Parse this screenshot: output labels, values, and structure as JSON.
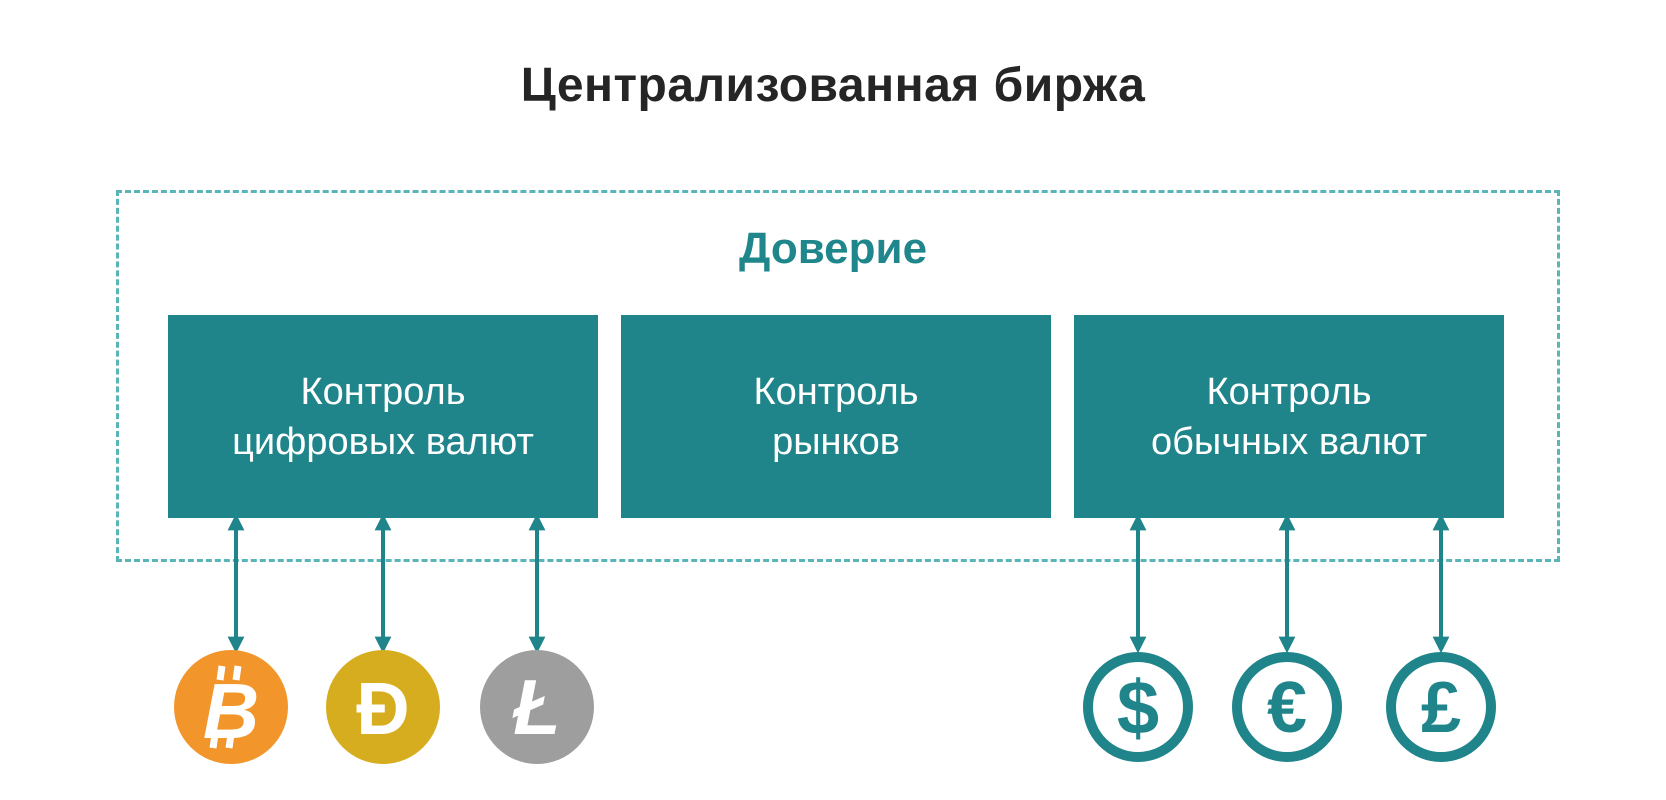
{
  "title": "Централизованная биржа",
  "trust_label": "Доверие",
  "boxes": [
    {
      "line1": "Контроль",
      "line2": "цифровых валют"
    },
    {
      "line1": "Контроль",
      "line2": "рынков"
    },
    {
      "line1": "Контроль",
      "line2": "обычных валют"
    }
  ],
  "crypto_coins": [
    {
      "icon": "bitcoin-icon",
      "symbol": "B",
      "color": "#f2952a"
    },
    {
      "icon": "dogecoin-icon",
      "symbol": "Đ",
      "color": "#d6ad1f"
    },
    {
      "icon": "litecoin-icon",
      "symbol": "Ł",
      "color": "#9e9e9e"
    }
  ],
  "fiat_coins": [
    {
      "icon": "dollar-icon",
      "symbol": "$"
    },
    {
      "icon": "euro-icon",
      "symbol": "€"
    },
    {
      "icon": "pound-icon",
      "symbol": "£"
    }
  ],
  "colors": {
    "teal": "#1f858a",
    "dashed": "#5ab5b8",
    "text_dark": "#252525"
  }
}
